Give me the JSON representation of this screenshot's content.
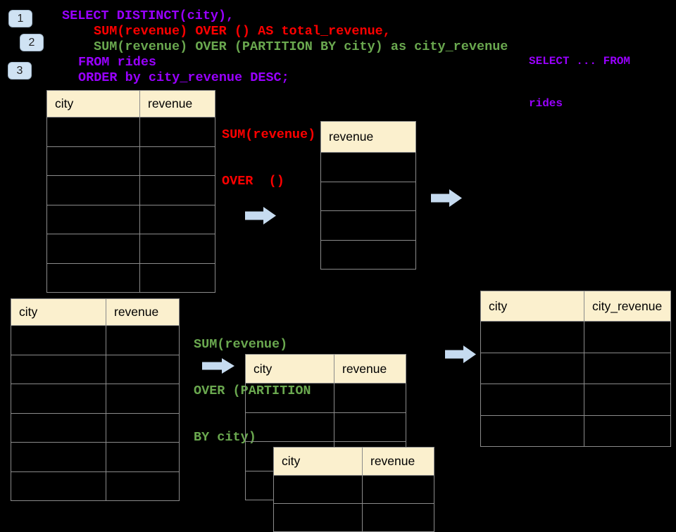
{
  "colors": {
    "background": "#000000",
    "sql_purple": "#9900FF",
    "sql_red": "#FF0000",
    "sql_green": "#6AA84F",
    "table_header_bg": "#FBF0CE",
    "table_border": "#8B8B8B",
    "arrow_fill": "#C6DBF0",
    "badge_bg": "#CFE2F3",
    "badge_border": "#A3B8CB",
    "badge_text": "#222222"
  },
  "badges": [
    {
      "label": "1"
    },
    {
      "label": "2"
    },
    {
      "label": "3"
    }
  ],
  "sql_code": {
    "lines": [
      {
        "text": "SELECT DISTINCT(city),",
        "color": "sql_purple"
      },
      {
        "text": "SUM(revenue) OVER () AS total_revenue,",
        "color": "sql_red"
      },
      {
        "text": "SUM(revenue) OVER (PARTITION BY city) as city_revenue",
        "color": "sql_green"
      },
      {
        "text": "FROM rides",
        "color": "sql_purple"
      },
      {
        "text": "ORDER by city_revenue DESC;",
        "color": "sql_purple"
      }
    ]
  },
  "side_note": {
    "lines": [
      {
        "text": "SELECT ... FROM",
        "color": "sql_purple"
      },
      {
        "text": "rides",
        "color": "sql_purple"
      }
    ]
  },
  "annotation_total": {
    "lines": [
      {
        "text": "SUM(revenue)",
        "color": "sql_red"
      },
      {
        "text": "OVER  ()",
        "color": "sql_red"
      }
    ]
  },
  "annotation_partition": {
    "lines": [
      {
        "text": "SUM(revenue)",
        "color": "sql_green"
      },
      {
        "text": "OVER (PARTITION",
        "color": "sql_green"
      },
      {
        "text": "BY city)",
        "color": "sql_green"
      }
    ]
  },
  "tables": {
    "source_top": {
      "headers": [
        "city",
        "revenue"
      ],
      "empty_rows": 6
    },
    "total_revenue_result": {
      "headers": [
        "revenue"
      ],
      "empty_rows": 4
    },
    "source_bottom": {
      "headers": [
        "city",
        "revenue"
      ],
      "empty_rows": 6
    },
    "partition_step": {
      "headers": [
        "city",
        "revenue"
      ],
      "empty_rows": 4
    },
    "partition_step_overlay": {
      "headers": [
        "city",
        "revenue"
      ],
      "empty_rows": 2
    },
    "city_revenue_result": {
      "headers": [
        "city",
        "city_revenue"
      ],
      "empty_rows": 4
    }
  }
}
